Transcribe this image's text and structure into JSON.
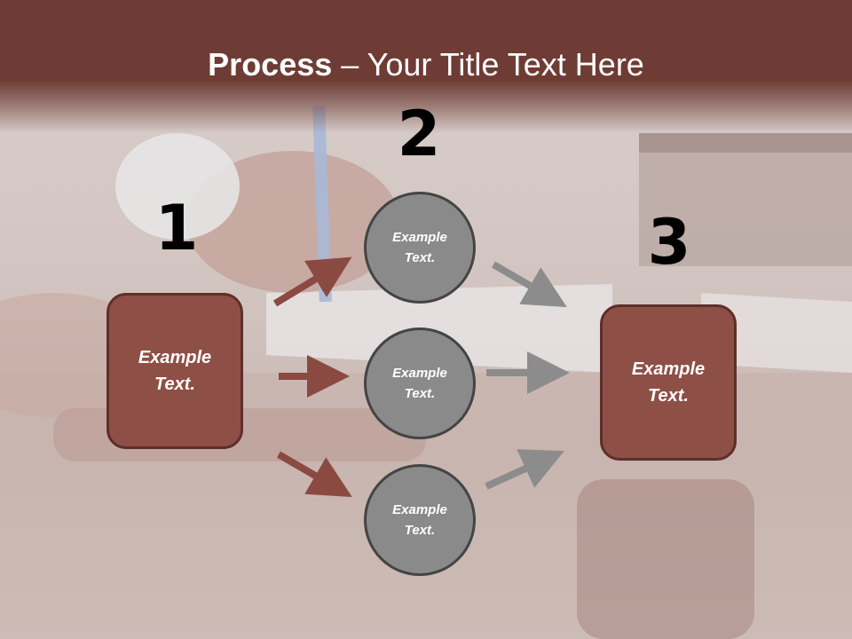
{
  "title": {
    "bold": "Process",
    "rest": " – Your Title Text Here"
  },
  "steps": [
    {
      "number": "1",
      "label": "Example Text."
    },
    {
      "number": "2",
      "items": [
        "Example Text.",
        "Example Text.",
        "Example Text."
      ]
    },
    {
      "number": "3",
      "label": "Example Text."
    }
  ],
  "colors": {
    "header": "#6e3c34",
    "box_fill": "#8e4f46",
    "box_border": "#5e2f29",
    "circle_fill": "#8a8a8a",
    "arrow_red": "#8a4a42",
    "arrow_gray": "#8c8c8c"
  }
}
